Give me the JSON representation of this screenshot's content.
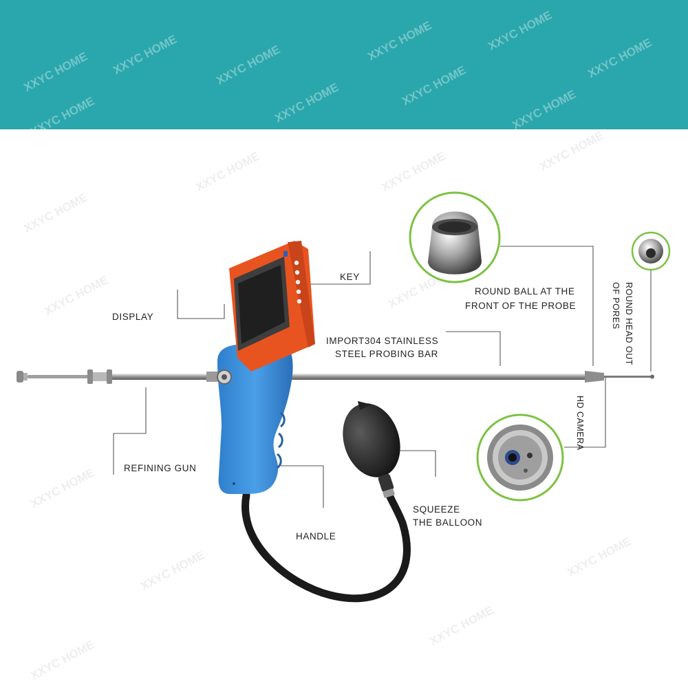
{
  "watermark": "XXYC HOME",
  "labels": {
    "key": "KEY",
    "display": "DISPLAY",
    "round_ball_line1": "ROUND BALL AT THE",
    "round_ball_line2": "FRONT OF THE PROBE",
    "round_head_line1": "ROUND HEAD OUT",
    "round_head_line2": "OF PORES",
    "steel_bar_line1": "IMPORT304 STAINLESS",
    "steel_bar_line2": "STEEL PROBING BAR",
    "hd_camera": "HD CAMERA",
    "refining_gun": "REFINING GUN",
    "squeeze_line1": "SQUEEZE",
    "squeeze_line2": "THE BALLOON",
    "handle": "HANDLE"
  },
  "colors": {
    "banner": "#2aa7ac",
    "device_orange": "#e8541f",
    "handle_blue": "#3b8ed8",
    "callout_ring": "#7cc242"
  }
}
